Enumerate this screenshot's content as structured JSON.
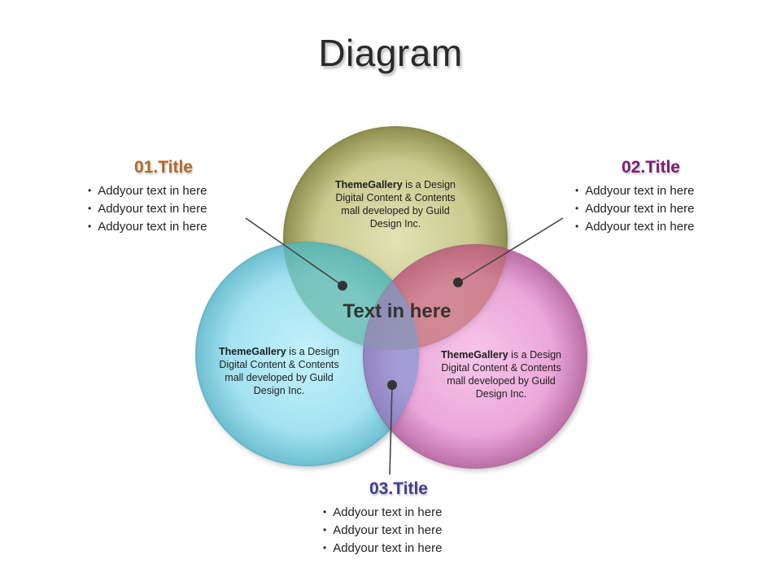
{
  "title": "Diagram",
  "center_label": "Text in here",
  "circles": [
    {
      "bold": "ThemeGallery",
      "text": " is a Design Digital Content & Contents mall developed by Guild Design Inc."
    },
    {
      "bold": "ThemeGallery",
      "text": " is a Design Digital Content & Contents mall developed by Guild Design Inc."
    },
    {
      "bold": "ThemeGallery",
      "text": " is a Design Digital Content & Contents mall developed by Guild Design Inc."
    }
  ],
  "callouts": [
    {
      "title": "01.Title",
      "items": [
        "Addyour text in here",
        "Addyour text in here",
        "Addyour text in here"
      ]
    },
    {
      "title": "02.Title",
      "items": [
        "Addyour text in here",
        "Addyour text in here",
        "Addyour text in here"
      ]
    },
    {
      "title": "03.Title",
      "items": [
        "Addyour text in here",
        "Addyour text in here",
        "Addyour text in here"
      ]
    }
  ],
  "colors": {
    "top_circle": "#b9b97a",
    "left_circle": "#7fd9ec",
    "right_circle": "#dc7fc4",
    "title1": "#b26a2c",
    "title2": "#7a1f6f",
    "title3": "#3f3f8f"
  }
}
